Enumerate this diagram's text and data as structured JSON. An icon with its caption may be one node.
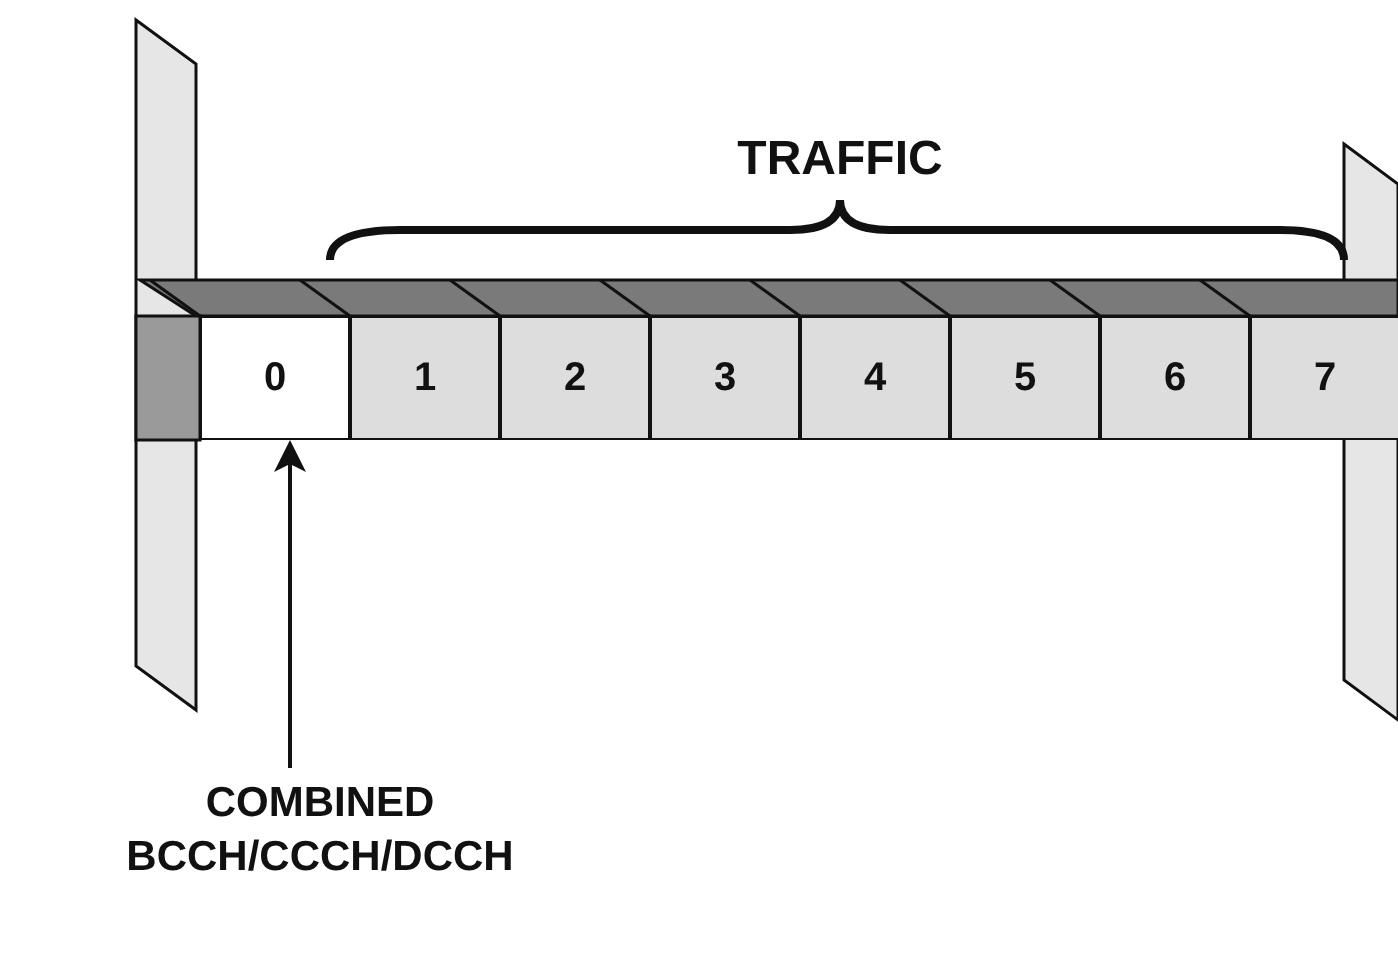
{
  "diagram": {
    "nodes": [
      {
        "text": [
          "0"
        ]
      },
      {
        "text": [
          "1"
        ]
      },
      {
        "text": [
          "2"
        ]
      },
      {
        "text": [
          "3"
        ]
      },
      {
        "text": [
          "4"
        ]
      },
      {
        "text": [
          "5"
        ]
      },
      {
        "text": [
          "6"
        ]
      },
      {
        "text": [
          "7"
        ]
      },
      {
        "text": [
          "COMBINED BCCH/CCCH/DCCH"
        ]
      }
    ],
    "edges": [
      {
        "from": 8,
        "to": 0,
        "arrow": "to"
      }
    ],
    "labels": [
      "TRAFFIC"
    ]
  }
}
